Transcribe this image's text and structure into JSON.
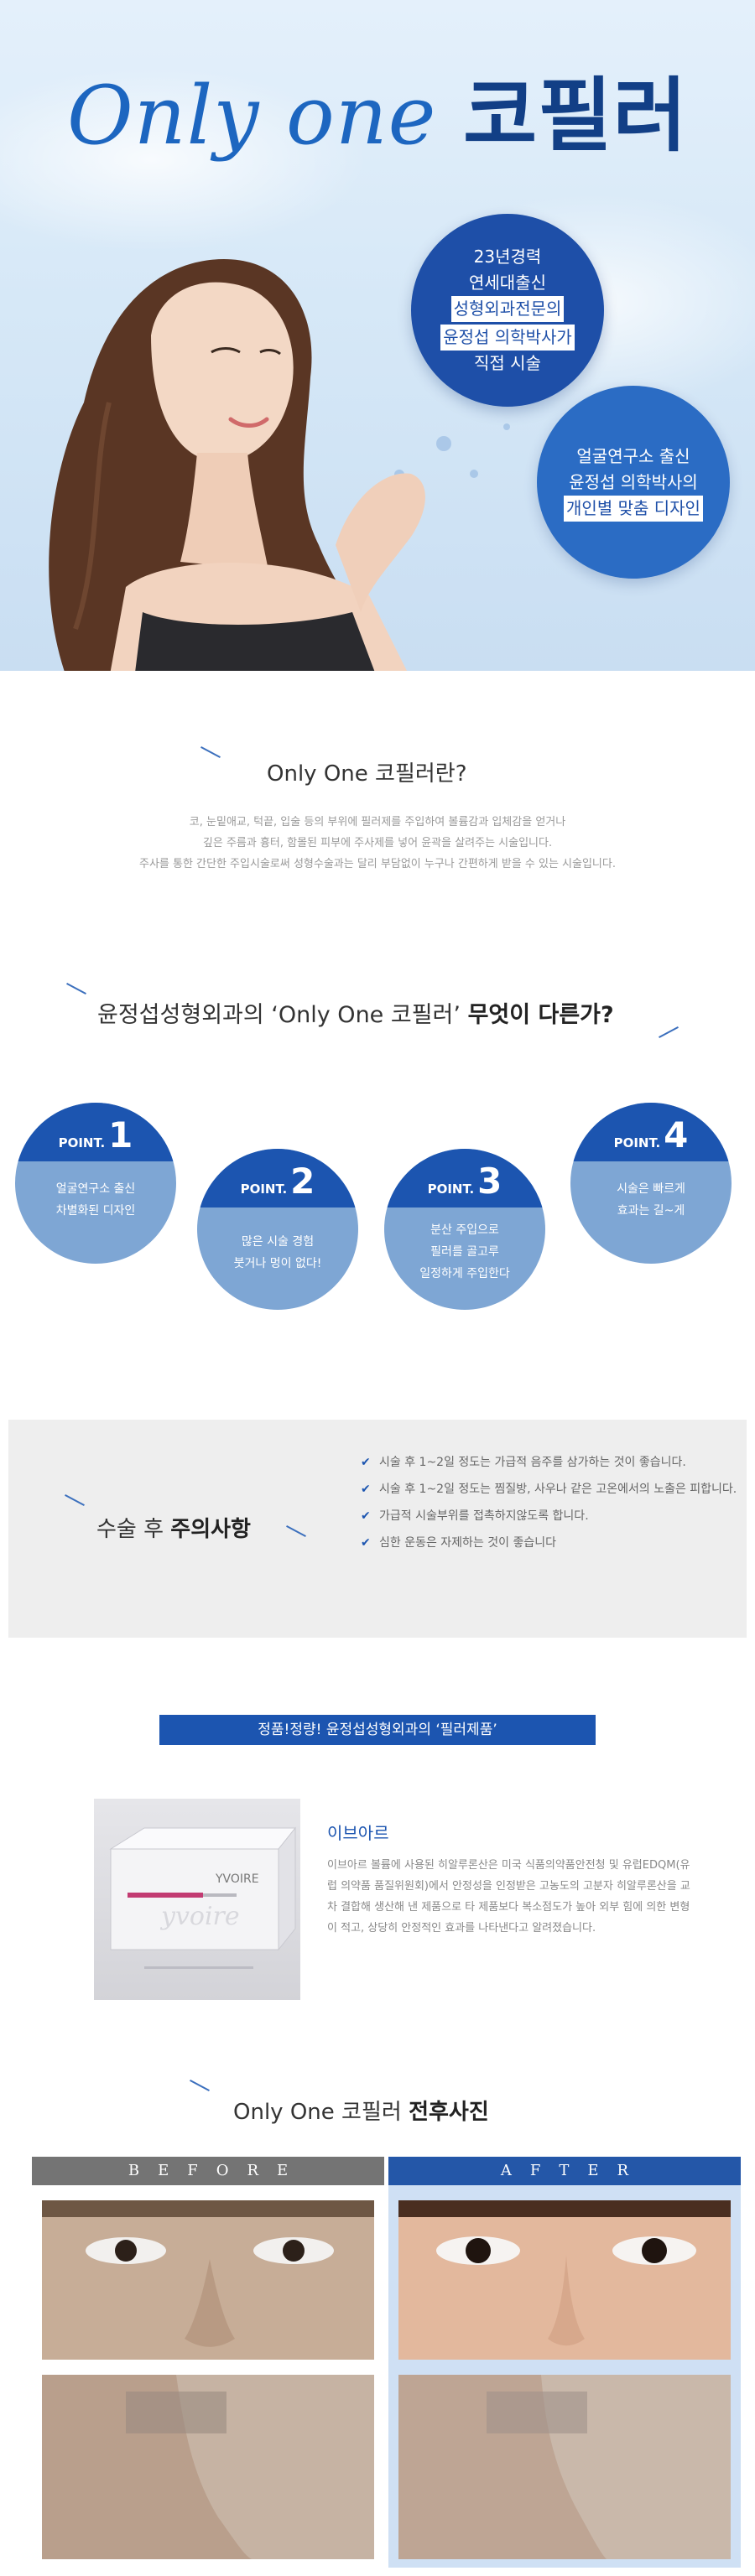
{
  "hero": {
    "title_latin": "Only one ",
    "title_korean": "코필러",
    "badge1": {
      "line1": "23년경력",
      "line2": "연세대출신",
      "line3": "성형외과전문의",
      "line4": "윤정섭 의학박사가",
      "line5": "직접 시술"
    },
    "badge2": {
      "line1": "얼굴연구소 출신",
      "line2": "윤정섭 의학박사의",
      "line3": "개인별 맞춤 디자인"
    }
  },
  "intro": {
    "title": "Only One 코필러란?",
    "line1": "코, 눈밑애교, 턱끝, 입술 등의 부위에 필러제를 주입하여 볼륨감과 입체감을 얻거나",
    "line2": "깊은 주름과 흉터, 함몰된 피부에 주사제를 넣어 윤곽을 살려주는 시술입니다.",
    "line3": "주사를 통한 간단한 주입시술로써 성형수술과는 달리 부담없이 누구나 간편하게 받을 수 있는 시술입니다."
  },
  "diff": {
    "title_a": "윤정섭성형외과의 ‘Only One 코필러’ ",
    "title_b": "무엇이 다른가?"
  },
  "points": [
    {
      "label": "POINT.",
      "num": "1",
      "line1": "얼굴연구소 출신",
      "line2": "차별화된 디자인",
      "line3": ""
    },
    {
      "label": "POINT.",
      "num": "2",
      "line1": "많은 시술 경험",
      "line2": "붓거나 멍이 없다!",
      "line3": ""
    },
    {
      "label": "POINT.",
      "num": "3",
      "line1": "분산 주입으로",
      "line2": "필러를 골고루",
      "line3": "일정하게 주입한다"
    },
    {
      "label": "POINT.",
      "num": "4",
      "line1": "시술은 빠르게",
      "line2": "효과는 길~게",
      "line3": ""
    }
  ],
  "caution": {
    "title_a": "수술 후 ",
    "title_b": "주의사항",
    "items": [
      "시술 후 1~2일 정도는 가급적 음주를 삼가하는 것이 좋습니다.",
      "시술 후 1~2일 정도는 찜질방, 사우나 같은 고온에서의 노출은 피합니다.",
      "가급적 시술부위를 접촉하지않도록 합니다.",
      "심한 운동은 자제하는 것이 좋습니다"
    ]
  },
  "product": {
    "banner": "정품!정량! 윤정섭성형외과의 ‘필러제품’",
    "name": "이브아르",
    "box_label": "YVOIRE",
    "description": "이브아르 볼륨에 사용된 히알루론산은 미국 식품의약품안전청 및 유럽EDQM(유럽 의약품 품질위원회)에서 안정성을 인정받은 고농도의 고분자 히알루론산을 교차 결합해 생산해 낸 제품으로 타 제품보다 복소점도가 높아 외부 힘에 의한 변형이 적고, 상당히 안정적인 효과를 나타낸다고 알려졌습니다."
  },
  "beforeafter": {
    "title_a": "Only One 코필러 ",
    "title_b": "전후사진",
    "before": "BEFORE",
    "after": "AFTER"
  },
  "colors": {
    "primary": "#1c55b0",
    "hero_title": "#1d66c0",
    "point_body": "#7ea6d4",
    "caution_bg": "#eeeeee"
  }
}
